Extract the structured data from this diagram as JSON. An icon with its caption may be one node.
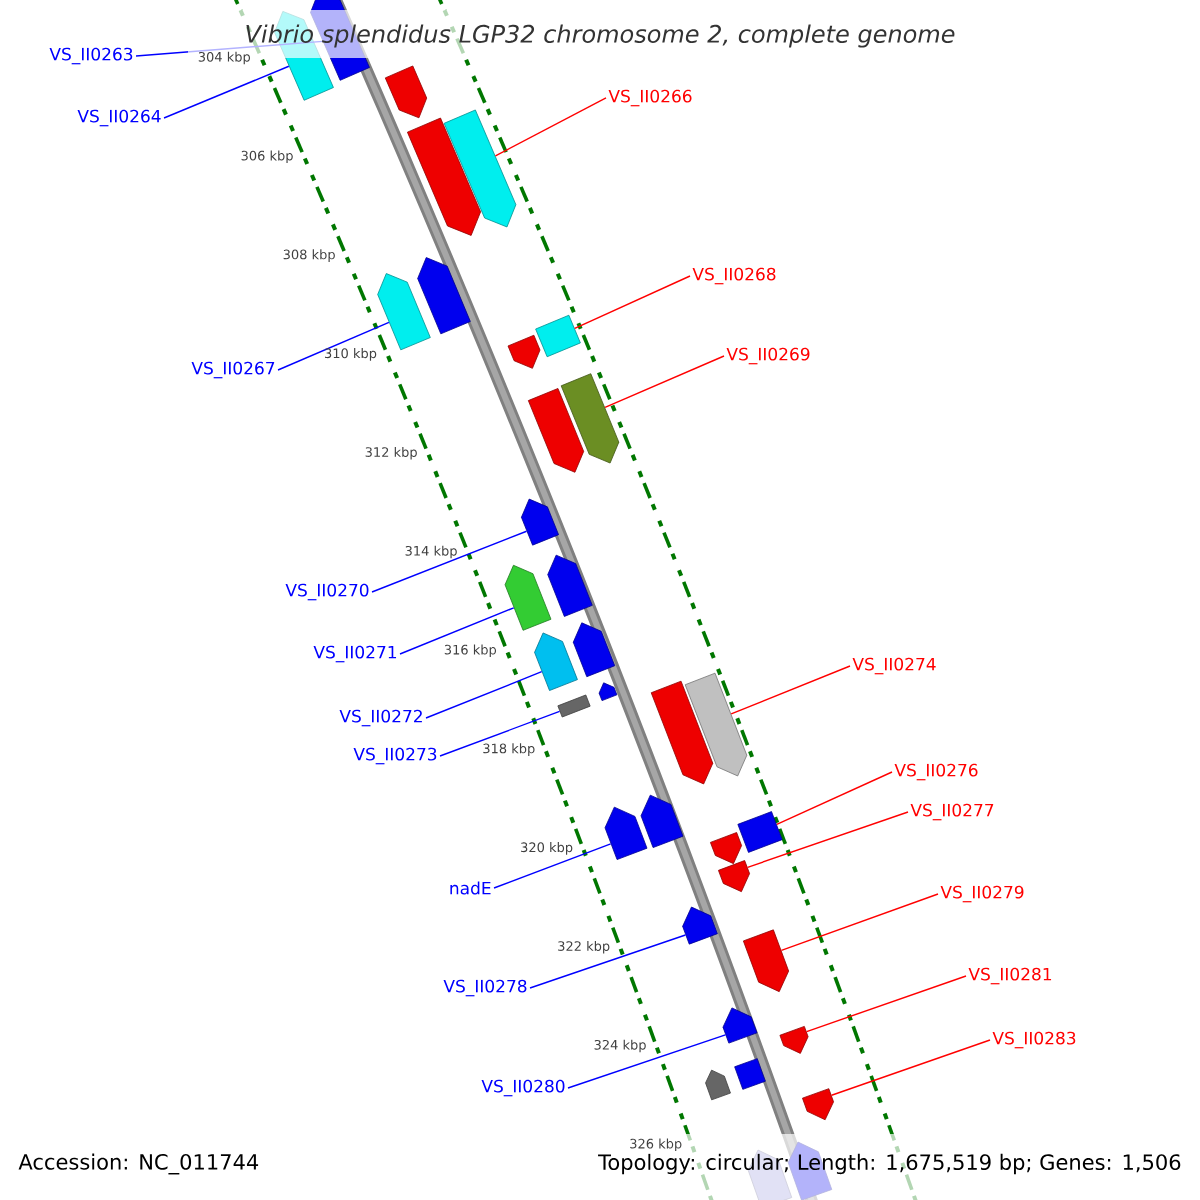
{
  "diagram": {
    "title": "Vibrio splendidus LGP32 chromosome 2, complete genome",
    "nodes": [
      {
        "text": [
          "VS_II0263"
        ]
      },
      {
        "text": [
          "VS_II0266"
        ]
      },
      {
        "text": [
          "VS_II0264"
        ]
      },
      {
        "text": [
          "VS_II0268"
        ]
      },
      {
        "text": [
          "VS_II0269"
        ]
      },
      {
        "text": [
          "VS_II0267"
        ]
      },
      {
        "text": [
          "VS_II0270"
        ]
      },
      {
        "text": [
          "VS_II0271"
        ]
      },
      {
        "text": [
          "VS_II0274"
        ]
      },
      {
        "text": [
          "VS_II0272"
        ]
      },
      {
        "text": [
          "VS_II0273"
        ]
      },
      {
        "text": [
          "VS_II0276"
        ]
      },
      {
        "text": [
          "VS_II0277"
        ]
      },
      {
        "text": [
          "nadE"
        ]
      },
      {
        "text": [
          "VS_II0279"
        ]
      },
      {
        "text": [
          "VS_II0278"
        ]
      },
      {
        "text": [
          "VS_II0281"
        ]
      },
      {
        "text": [
          "VS_II0283"
        ]
      },
      {
        "text": [
          "VS_II0280"
        ]
      },
      {
        "text": [],
        "shape": "arrow"
      },
      {
        "text": [],
        "shape": "arrow"
      },
      {
        "text": [],
        "shape": "arrow"
      },
      {
        "text": [],
        "shape": "bar"
      },
      {
        "text": [],
        "shape": "arrow"
      },
      {
        "text": [],
        "shape": "arrow"
      },
      {
        "text": [],
        "shape": "arrow"
      },
      {
        "text": [],
        "shape": "arrow"
      },
      {
        "text": [],
        "shape": "arrow"
      },
      {
        "text": [],
        "shape": "arrow"
      },
      {
        "text": [],
        "shape": "bar"
      },
      {
        "text": [],
        "shape": "bar"
      },
      {
        "text": [],
        "shape": "arrow"
      },
      {
        "text": [],
        "shape": "arrow"
      },
      {
        "text": [],
        "shape": "arrow"
      },
      {
        "text": [],
        "shape": "arrow"
      },
      {
        "text": [],
        "shape": "arrow"
      },
      {
        "text": [],
        "shape": "arrow"
      },
      {
        "text": [],
        "shape": "arrow"
      },
      {
        "text": [],
        "shape": "arrow"
      },
      {
        "text": [],
        "shape": "arrow"
      },
      {
        "text": [],
        "shape": "arrow"
      },
      {
        "text": [],
        "shape": "arrow"
      },
      {
        "text": [],
        "shape": "arrow"
      },
      {
        "text": [],
        "shape": "arrow"
      },
      {
        "text": [],
        "shape": "arrow"
      },
      {
        "text": [],
        "shape": "arrow"
      },
      {
        "text": [],
        "shape": "arrow"
      },
      {
        "text": [],
        "shape": "arrow"
      },
      {
        "text": [],
        "shape": "arrow"
      },
      {
        "text": [],
        "shape": "bar"
      },
      {
        "text": [],
        "shape": "arrow"
      },
      {
        "text": [],
        "shape": "arrow"
      },
      {
        "text": [],
        "shape": "arrow"
      }
    ],
    "edges": [
      {
        "from": 0,
        "to": 19,
        "arrow": "none"
      },
      {
        "from": 1,
        "to": 20,
        "arrow": "none",
        "color": "#ff0000"
      },
      {
        "from": 2,
        "to": 21,
        "arrow": "none"
      },
      {
        "from": 3,
        "to": 22,
        "arrow": "none",
        "color": "#ff0000"
      },
      {
        "from": 4,
        "to": 23,
        "arrow": "none",
        "color": "#ff0000"
      },
      {
        "from": 5,
        "to": 24,
        "arrow": "none"
      },
      {
        "from": 6,
        "to": 25,
        "arrow": "none"
      },
      {
        "from": 7,
        "to": 26,
        "arrow": "none"
      },
      {
        "from": 8,
        "to": 27,
        "arrow": "none",
        "color": "#ff0000"
      },
      {
        "from": 9,
        "to": 28,
        "arrow": "none"
      },
      {
        "from": 10,
        "to": 29,
        "arrow": "none"
      },
      {
        "from": 11,
        "to": 30,
        "arrow": "none",
        "color": "#ff0000"
      },
      {
        "from": 12,
        "to": 31,
        "arrow": "none",
        "color": "#ff0000"
      },
      {
        "from": 13,
        "to": 32,
        "arrow": "none"
      },
      {
        "from": 14,
        "to": 33,
        "arrow": "none",
        "color": "#ff0000"
      },
      {
        "from": 15,
        "to": 34,
        "arrow": "none"
      },
      {
        "from": 16,
        "to": 35,
        "arrow": "none",
        "color": "#ff0000"
      },
      {
        "from": 17,
        "to": 36,
        "arrow": "none",
        "color": "#ff0000"
      },
      {
        "from": 18,
        "to": 37,
        "arrow": "none"
      }
    ],
    "labels": [
      "304 kbp",
      "306 kbp",
      "308 kbp",
      "310 kbp",
      "312 kbp",
      "314 kbp",
      "316 kbp",
      "318 kbp",
      "320 kbp",
      "322 kbp",
      "324 kbp",
      "326 kbp",
      "Accession: NC_011744",
      "Topology: circular; Length: 1,675,519 bp; Genes: 1,506"
    ]
  }
}
